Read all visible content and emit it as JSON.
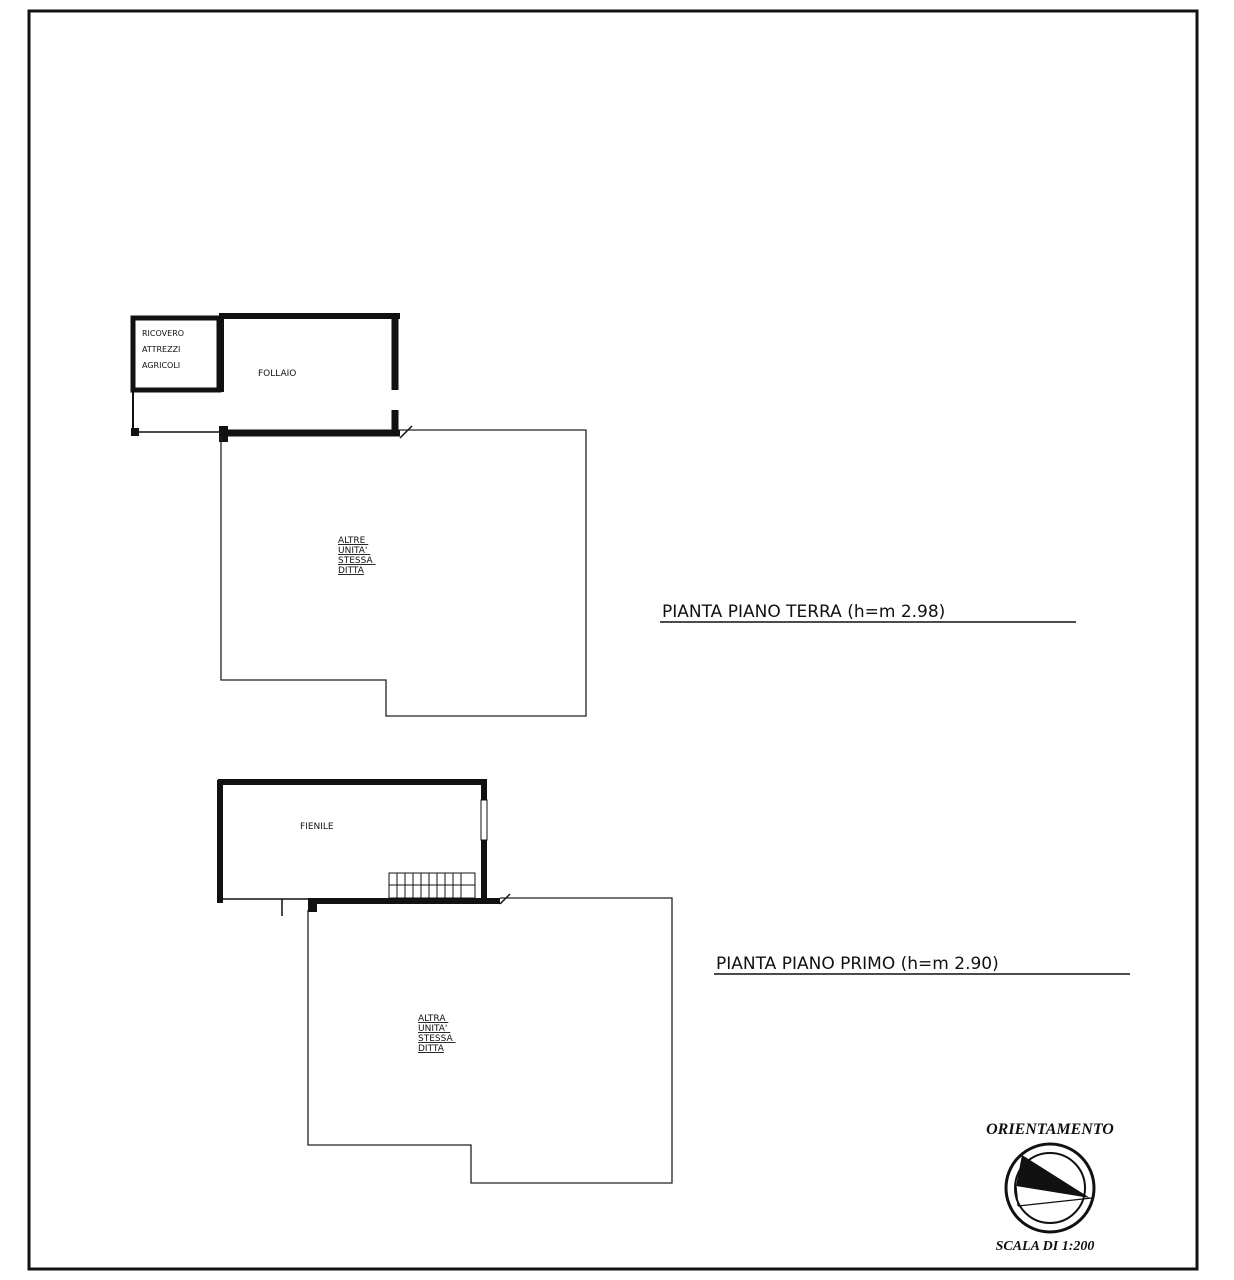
{
  "sheet": {
    "ground_floor": {
      "title": "PIANTA  PIANO  TERRA (h=m 2.98)",
      "rooms": {
        "shed": [
          "RICOVERO",
          "ATTREZZI",
          "AGRICOLI"
        ],
        "follaio": "FOLLAIO",
        "other_units": [
          "ALTRE",
          "UNITA'",
          "STESSA",
          "DITTA"
        ]
      }
    },
    "first_floor": {
      "title": "PIANTA  PIANO  PRIMO (h=m 2.90)",
      "rooms": {
        "fienile": "FIENILE",
        "other_unit": [
          "ALTRA",
          "UNITA'",
          "STESSA",
          "DITTA"
        ]
      }
    },
    "orientation": {
      "label": "ORIENTAMENTO",
      "icon": "north-arrow-compass-icon"
    },
    "scale": "SCALA DI 1:200"
  }
}
